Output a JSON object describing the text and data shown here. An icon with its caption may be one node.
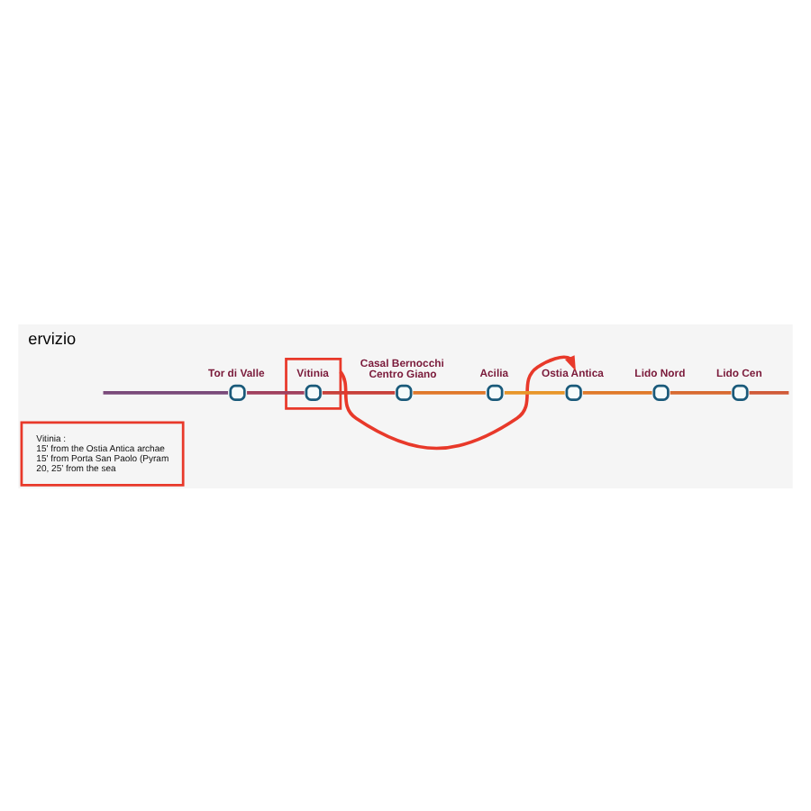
{
  "diagram": {
    "title": "ervizio",
    "nodes": [
      {
        "text": [
          "Vitinia :",
          "15' from the Ostia Antica archae",
          "15' from Porta San Paolo (Pyram",
          "20, 25’ from the sea"
        ]
      },
      {
        "text": [],
        "shape": "box"
      },
      {
        "text": [],
        "shape": "circle",
        "beside": [
          "Tor di Valle"
        ]
      },
      {
        "text": [],
        "shape": "circle",
        "beside": [
          "Vitinia"
        ],
        "in": 1
      },
      {
        "text": [],
        "shape": "circle",
        "beside": [
          "Casal Bernocchi Centro Giano"
        ]
      },
      {
        "text": [],
        "shape": "circle",
        "beside": [
          "Acilia"
        ]
      },
      {
        "text": [],
        "shape": "circle",
        "beside": [
          "Ostia Antica"
        ]
      },
      {
        "text": [],
        "shape": "circle",
        "beside": [
          "Lido Nord"
        ]
      },
      {
        "text": [],
        "shape": "circle",
        "beside": [
          "Lido Cen"
        ]
      }
    ],
    "edges": [
      {
        "from": null,
        "to": 2,
        "arrow": "none",
        "color": "#7a4a7a"
      },
      {
        "from": 2,
        "to": 3,
        "arrow": "none",
        "color": "#a0405e"
      },
      {
        "from": 3,
        "to": 4,
        "arrow": "none",
        "color": "#c8403a"
      },
      {
        "from": 4,
        "to": 5,
        "arrow": "none",
        "color": "#e0782a"
      },
      {
        "from": 5,
        "to": 6,
        "arrow": "none",
        "color": "#e8962a"
      },
      {
        "from": 6,
        "to": 7,
        "arrow": "none",
        "color": "#e07a2a"
      },
      {
        "from": 7,
        "to": 8,
        "arrow": "none",
        "color": "#d86a30"
      },
      {
        "from": 8,
        "to": null,
        "arrow": "none",
        "color": "#d05a38"
      },
      {
        "from": 1,
        "to": 6,
        "arrow": "to",
        "color": "#e8392a"
      }
    ]
  }
}
